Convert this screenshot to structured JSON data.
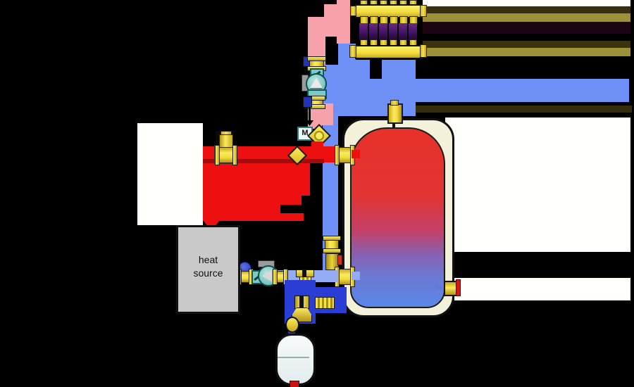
{
  "labels": {
    "heat_source_line1": "heat",
    "heat_source_line2": "source",
    "mixing_valve_motor": "M"
  },
  "colors": {
    "hot_red": "#ee1010",
    "dark_red_shadow": "#a30c0c",
    "mixed_supply_pink": "#f7a2aa",
    "primary_blue": "#6e90f7",
    "return_light_blue": "#93acf5",
    "expansion_dark_blue": "#2a3ed6",
    "brass_yellow": "#f2dd3e",
    "pump_teal": "#7fc9c4",
    "manifold_loop_purple": "#401460",
    "tank_shell_cream": "#f3f1d9",
    "heat_source_gray": "#c9c9c9",
    "background": "#000000",
    "canvas_patch_white": "#fffffc"
  },
  "components": [
    "heat-source-boiler",
    "buffer-tank-thermal-store",
    "underfloor-heating-manifold",
    "motorised-mixing-valve",
    "circulation-pump-ufh",
    "circulation-pump-boiler",
    "check-valve",
    "safety-relief-valve",
    "automatic-air-vent",
    "isolation-valves",
    "drain-cock",
    "expansion-vessel"
  ]
}
